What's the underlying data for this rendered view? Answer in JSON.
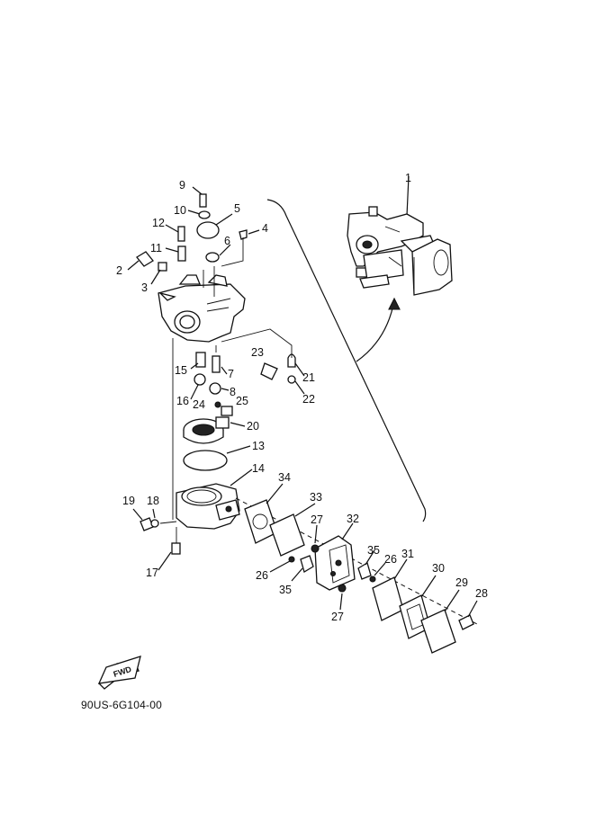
{
  "diagram": {
    "catalog_code": "90US-6G104-00",
    "fwd_label": "FWD",
    "callouts": [
      {
        "id": "c9",
        "text": "9"
      },
      {
        "id": "c10",
        "text": "10"
      },
      {
        "id": "c5",
        "text": "5"
      },
      {
        "id": "c12",
        "text": "12"
      },
      {
        "id": "c4",
        "text": "4"
      },
      {
        "id": "c6",
        "text": "6"
      },
      {
        "id": "c11",
        "text": "11"
      },
      {
        "id": "c2",
        "text": "2"
      },
      {
        "id": "c3",
        "text": "3"
      },
      {
        "id": "c1",
        "text": "1"
      },
      {
        "id": "c23",
        "text": "23"
      },
      {
        "id": "c21",
        "text": "21"
      },
      {
        "id": "c15",
        "text": "15"
      },
      {
        "id": "c7",
        "text": "7"
      },
      {
        "id": "c8",
        "text": "8"
      },
      {
        "id": "c22",
        "text": "22"
      },
      {
        "id": "c16",
        "text": "16"
      },
      {
        "id": "c24",
        "text": "24"
      },
      {
        "id": "c25",
        "text": "25"
      },
      {
        "id": "c20",
        "text": "20"
      },
      {
        "id": "c13",
        "text": "13"
      },
      {
        "id": "c14",
        "text": "14"
      },
      {
        "id": "c34",
        "text": "34"
      },
      {
        "id": "c33",
        "text": "33"
      },
      {
        "id": "c19",
        "text": "19"
      },
      {
        "id": "c18",
        "text": "18"
      },
      {
        "id": "c27a",
        "text": "27"
      },
      {
        "id": "c32",
        "text": "32"
      },
      {
        "id": "c35a",
        "text": "35"
      },
      {
        "id": "c31",
        "text": "31"
      },
      {
        "id": "c26a",
        "text": "26"
      },
      {
        "id": "c26b",
        "text": "26"
      },
      {
        "id": "c30",
        "text": "30"
      },
      {
        "id": "c17",
        "text": "17"
      },
      {
        "id": "c35b",
        "text": "35"
      },
      {
        "id": "c29",
        "text": "29"
      },
      {
        "id": "c28",
        "text": "28"
      },
      {
        "id": "c27b",
        "text": "27"
      }
    ]
  }
}
